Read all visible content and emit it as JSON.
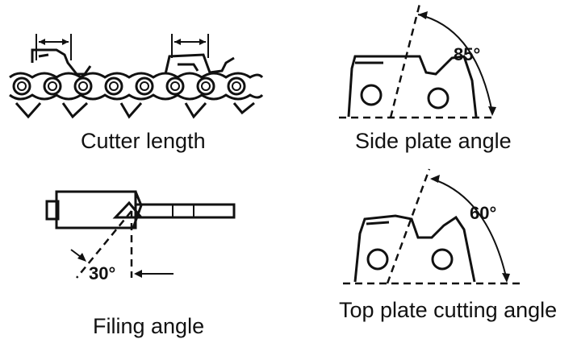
{
  "panels": {
    "cutter_length": {
      "caption": "Cutter length"
    },
    "side_plate": {
      "caption": "Side plate angle",
      "angle": "85°"
    },
    "filing": {
      "caption": "Filing angle",
      "angle": "30°"
    },
    "top_plate": {
      "caption": "Top plate cutting angle",
      "angle": "60°"
    }
  }
}
